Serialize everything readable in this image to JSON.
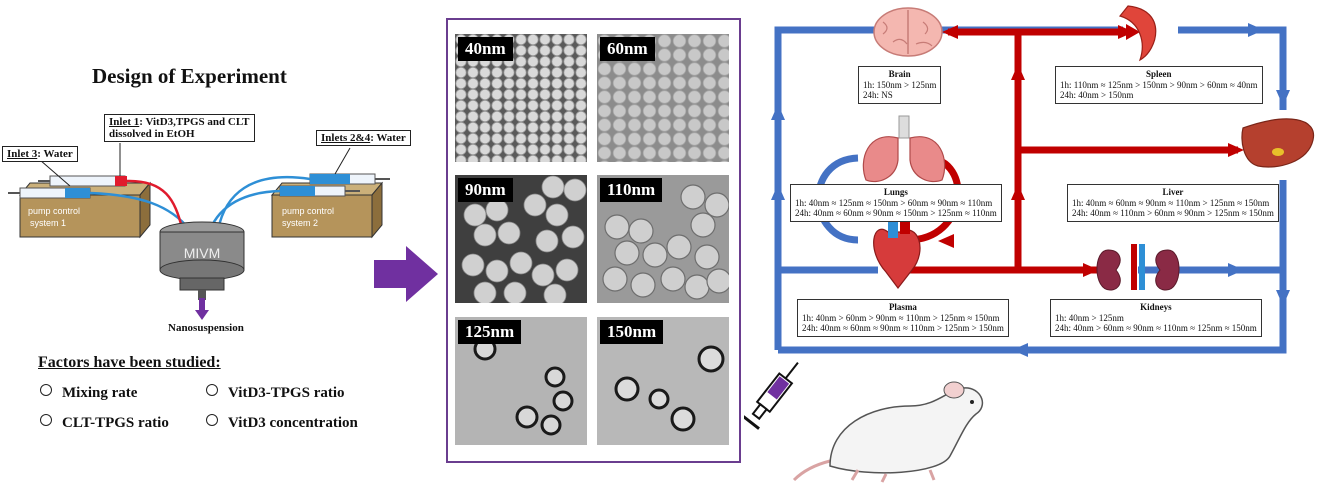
{
  "experiment": {
    "title": "Design of Experiment",
    "inlet1_label": "Inlet 1",
    "inlet1_text": ": VitD3,TPGS and CLT",
    "inlet1_text2": "dissolved in EtOH",
    "inlet3_label": "Inlet 3",
    "inlet3_text": ": Water",
    "inlets24_label": "Inlets 2&4",
    "inlets24_text": ": Water",
    "pump1_line1": "pump control",
    "pump1_line2": "system 1",
    "pump2_line1": "pump control",
    "pump2_line2": "system 2",
    "mixer_label": "MIVM",
    "output_label": "Nanosuspension",
    "factors_title": "Factors have been studied:",
    "factors": [
      "Mixing rate",
      "VitD3-TPGS ratio",
      "CLT-TPGS ratio",
      "VitD3 concentration"
    ]
  },
  "tem_images": [
    {
      "label": "40nm"
    },
    {
      "label": "60nm"
    },
    {
      "label": "90nm"
    },
    {
      "label": "110nm"
    },
    {
      "label": "125nm"
    },
    {
      "label": "150nm"
    }
  ],
  "organs": {
    "brain": {
      "name": "Brain",
      "l1": "1h: 150nm > 125nm",
      "l2": "24h: NS"
    },
    "spleen": {
      "name": "Spleen",
      "l1": "1h: 110nm ≈ 125nm > 150nm > 90nm > 60nm ≈ 40nm",
      "l2": "24h: 40nm > 150nm"
    },
    "lungs": {
      "name": "Lungs",
      "l1": "1h: 40nm ≈ 125nm ≈ 150nm > 60nm ≈ 90nm ≈ 110nm",
      "l2": "24h: 40nm ≈ 60nm ≈ 90nm ≈ 150nm > 125nm ≈ 110nm"
    },
    "liver": {
      "name": "Liver",
      "l1": "1h: 40nm ≈ 60nm ≈ 90nm ≈ 110nm > 125nm ≈ 150nm",
      "l2": "24h: 40nm ≈ 110nm > 60nm ≈ 90nm > 125nm ≈ 150nm"
    },
    "plasma": {
      "name": "Plasma",
      "l1": "1h: 40nm > 60nm > 90nm ≈ 110nm > 125nm ≈ 150nm",
      "l2": "24h: 40nm ≈ 60nm ≈ 90nm ≈ 110nm > 125nm > 150nm"
    },
    "kidneys": {
      "name": "Kidneys",
      "l1": "1h: 40nm > 125nm",
      "l2": "24h: 40nm > 60nm ≈ 90nm ≈ 110nm ≈ 125nm ≈ 150nm"
    }
  },
  "colors": {
    "arterial": "#c00000",
    "venous": "#4472c4",
    "frame": "#6a3d8f",
    "arrow": "#7030a0",
    "pump_box": "#b5945b",
    "syringe_blue": "#2e8fd6"
  }
}
